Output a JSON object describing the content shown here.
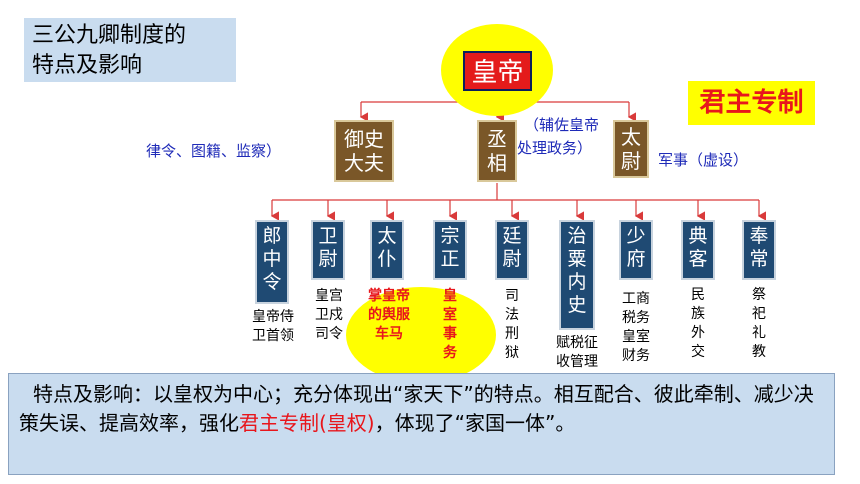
{
  "title": {
    "line1": "三公九卿制度的",
    "line2": "特点及影响"
  },
  "emperor": "皇帝",
  "absolutism_label": "君主专制",
  "three_dukes": [
    {
      "lines": [
        "御史",
        "大夫"
      ]
    },
    {
      "lines": [
        "丞",
        "相"
      ]
    },
    {
      "lines": [
        "太",
        "尉"
      ]
    }
  ],
  "notes": {
    "yushi": "律令、图籍、监察）",
    "chengxiang_line1": "（辅佐皇帝",
    "chengxiang_line2": "处理政务）",
    "taiwei": "军事（虚设）"
  },
  "nine_ministers": [
    {
      "lines": [
        "郎",
        "中",
        "令"
      ],
      "duty": [
        "皇帝侍",
        "卫首领"
      ]
    },
    {
      "lines": [
        "卫",
        "尉"
      ],
      "duty": [
        "皇宫",
        "卫戍",
        "司令"
      ]
    },
    {
      "lines": [
        "太",
        "仆"
      ],
      "duty": [
        "掌皇帝",
        "的舆服",
        "车马"
      ]
    },
    {
      "lines": [
        "宗",
        "正"
      ],
      "duty": [
        "皇",
        "室",
        "事",
        "务"
      ]
    },
    {
      "lines": [
        "廷",
        "尉"
      ],
      "duty": [
        "司",
        "法",
        "刑",
        "狱"
      ]
    },
    {
      "lines": [
        "治",
        "粟",
        "内",
        "史"
      ],
      "duty": [
        "赋税征",
        "收管理"
      ]
    },
    {
      "lines": [
        "少",
        "府"
      ],
      "duty": [
        "工商",
        "税务",
        "皇室",
        "财务"
      ]
    },
    {
      "lines": [
        "典",
        "客"
      ],
      "duty": [
        "民",
        "族",
        "外",
        "交"
      ]
    },
    {
      "lines": [
        "奉",
        "常"
      ],
      "duty": [
        "祭",
        "祀",
        "礼",
        "教"
      ]
    }
  ],
  "summary": {
    "part1": "特点及影响：以皇权为中心；充分体现出“家天下”的特点。相互配合、彼此牵制、减少决策失误、提高效率，强化",
    "highlight": "君主专制(皇权)",
    "part2": "，体现了“家国一体”。"
  },
  "colors": {
    "emperor_bg": "#e41b1b",
    "highlight_yellow": "#ffff00",
    "three_dukes_bg": "#7a5728",
    "nine_ministers_bg": "#1f4a73",
    "note_blue": "#1f2bb8",
    "accent_red": "#e8161c",
    "panel_bg": "#c9dcef"
  }
}
